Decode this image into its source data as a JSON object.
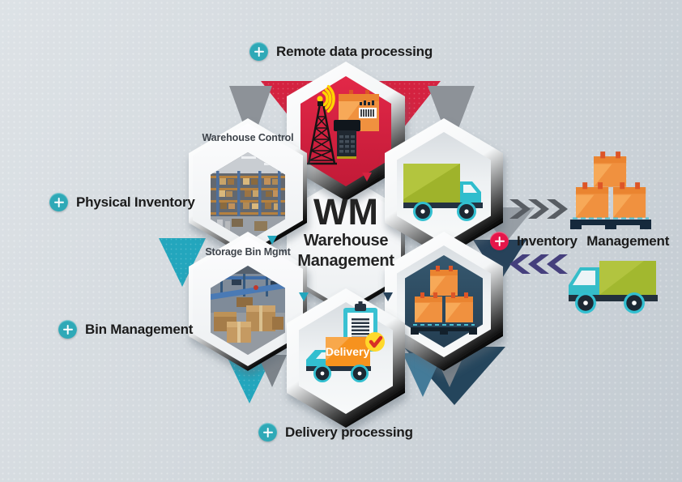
{
  "diagram": {
    "center": {
      "abbr": "WM",
      "line1": "Warehouse",
      "line2": "Management"
    },
    "callouts": {
      "remote": "Remote data processing",
      "physical": "Physical Inventory",
      "bin": "Bin Management",
      "delivery": "Delivery processing",
      "inventory": "Inventory Management"
    },
    "tiles": {
      "warehouse_control": {
        "title": "Warehouse Control"
      },
      "storage_bin": {
        "title": "Storage Bin Mgmt"
      }
    },
    "truck_text": "Delivery",
    "icons": {
      "plus-icon": "circle-plus",
      "radio-tower-icon": "lattice-tower",
      "signal-waves-icon": "yellow-arcs",
      "barcode-box-icon": "orange-box-barcode",
      "handheld-scanner-icon": "dark-terminal",
      "truck-right-icon": "green-teal-truck",
      "delivery-truck-icon": "orange-teal-truck",
      "clipboard-checklist-icon": "teal-clipboard",
      "check-badge-icon": "yellow-circle-red-check",
      "stacked-boxes-icon": "three-orange-boxes",
      "pallet-icon": "dark-pallet",
      "pallet-boxes-icon": "boxes-on-pallet",
      "inbound-truck-icon": "green-truck-left",
      "chevrons-right-icon": "»»»",
      "chevrons-left-icon": "«««",
      "warehouse-photo": "rack-aisle-photo",
      "storage-bin-photo": "conveyor-boxes-photo"
    },
    "colors": {
      "teal": "#2fa9b7",
      "red_hex": "#d42240",
      "crimson_badge": "#e6164a",
      "navy": "#2c4a60",
      "purple_arrows": "#453f7d",
      "gray_arrows": "#585d63",
      "orange_box": "#f0913f",
      "olive_green": "#a2b82f",
      "cab_teal": "#32bfd0",
      "background": "#d2d8dd"
    }
  }
}
